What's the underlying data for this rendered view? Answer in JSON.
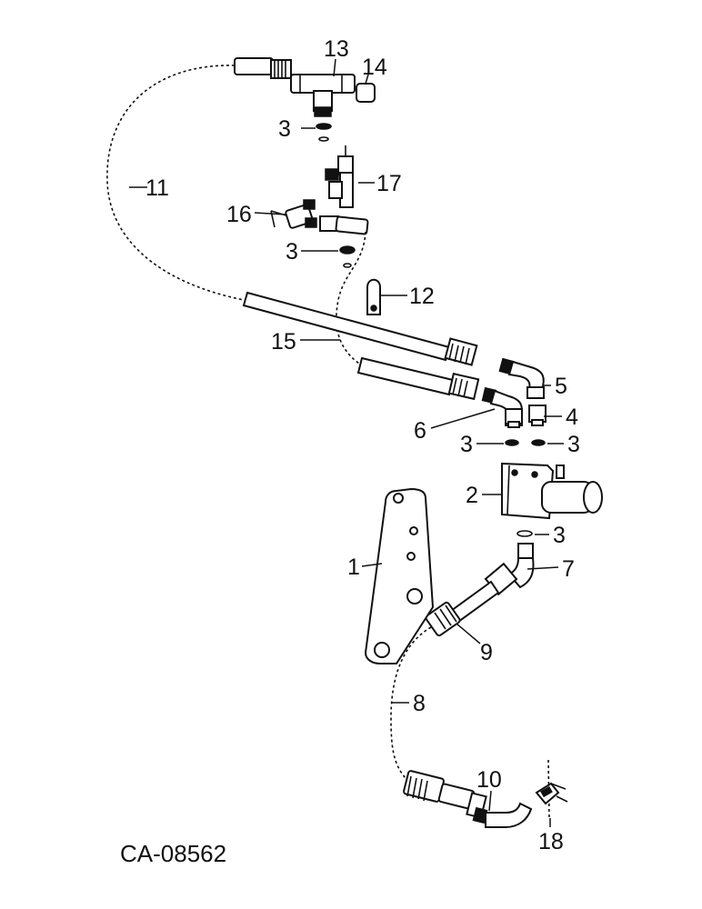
{
  "diagram_code": "CA-08562",
  "callouts": [
    {
      "id": "c1",
      "text": "1"
    },
    {
      "id": "c2",
      "text": "2"
    },
    {
      "id": "c3a",
      "text": "3"
    },
    {
      "id": "c3b",
      "text": "3"
    },
    {
      "id": "c3c",
      "text": "3"
    },
    {
      "id": "c3d",
      "text": "3"
    },
    {
      "id": "c3e",
      "text": "3"
    },
    {
      "id": "c4",
      "text": "4"
    },
    {
      "id": "c5",
      "text": "5"
    },
    {
      "id": "c6",
      "text": "6"
    },
    {
      "id": "c7",
      "text": "7"
    },
    {
      "id": "c8",
      "text": "8"
    },
    {
      "id": "c9",
      "text": "9"
    },
    {
      "id": "c10",
      "text": "10"
    },
    {
      "id": "c11",
      "text": "11"
    },
    {
      "id": "c12",
      "text": "12"
    },
    {
      "id": "c13",
      "text": "13"
    },
    {
      "id": "c14",
      "text": "14"
    },
    {
      "id": "c15",
      "text": "15"
    },
    {
      "id": "c16",
      "text": "16"
    },
    {
      "id": "c17",
      "text": "17"
    },
    {
      "id": "c18",
      "text": "18"
    }
  ]
}
